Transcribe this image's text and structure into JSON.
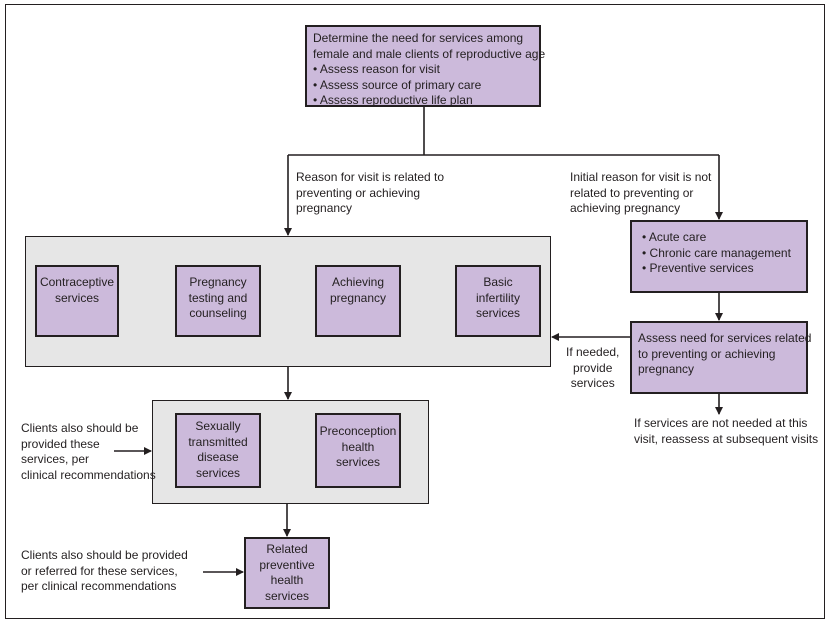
{
  "top_box": {
    "lines": [
      "Determine the need for services among",
      "female and male clients of reproductive age",
      "• Assess reason for visit",
      "• Assess source of primary care",
      "• Assess reproductive life plan"
    ]
  },
  "branch_left_label": [
    "Reason for visit is related to",
    "preventing or achieving",
    "pregnancy"
  ],
  "branch_right_label": [
    "Initial reason for visit is not",
    "related to preventing or",
    "achieving pregnancy"
  ],
  "services": {
    "contraceptive": [
      "Contraceptive",
      "services"
    ],
    "pregnancy_testing": [
      "Pregnancy",
      "testing and",
      "counseling"
    ],
    "achieving": [
      "Achieving",
      "pregnancy"
    ],
    "infertility": [
      "Basic",
      "infertility",
      "services"
    ]
  },
  "care_box": [
    "• Acute care",
    "• Chronic care management",
    "• Preventive services"
  ],
  "assess_box": [
    "Assess need for services related",
    "to preventing or achieving",
    "pregnancy"
  ],
  "if_needed_label": [
    "If needed,",
    "provide",
    "services"
  ],
  "not_needed_label": [
    "If services are not needed at this",
    "visit, reassess at subsequent visits"
  ],
  "second_group": {
    "std": [
      "Sexually",
      "transmitted",
      "disease",
      "services"
    ],
    "preconception": [
      "Preconception",
      "health",
      "services"
    ]
  },
  "clients_note_1": [
    "Clients also should be",
    "provided these",
    "services, per",
    "clinical recommendations"
  ],
  "related_box": [
    "Related",
    "preventive",
    "health",
    "services"
  ],
  "clients_note_2": [
    "Clients also should be provided",
    "or referred for these services,",
    "per clinical recommendations"
  ],
  "colors": {
    "box_fill": "#ccbadb",
    "group_fill": "#e6e6e6",
    "stroke": "#231f20"
  }
}
